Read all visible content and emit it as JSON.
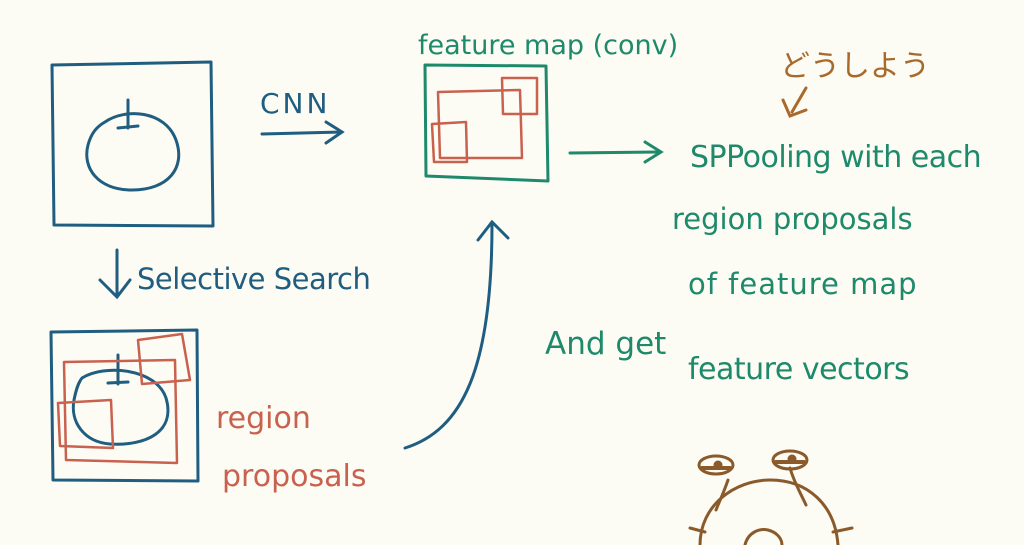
{
  "labels": {
    "cnn": "CNN",
    "selective_search": "Selective Search",
    "region_proposals_line1": "region",
    "region_proposals_line2": "proposals",
    "feature_map_title": "feature map (conv)",
    "question": "どうしよう",
    "spp_line1": "SPPooling with each",
    "spp_line2": "region proposals",
    "spp_line3": "of feature map",
    "get_vectors_a": "And get",
    "get_vectors_b": "feature vectors"
  },
  "colors": {
    "background": "#fcfbf4",
    "blue": "#1f5e80",
    "teal": "#1e8a6b",
    "red": "#c9614f",
    "brown": "#a8692a"
  }
}
